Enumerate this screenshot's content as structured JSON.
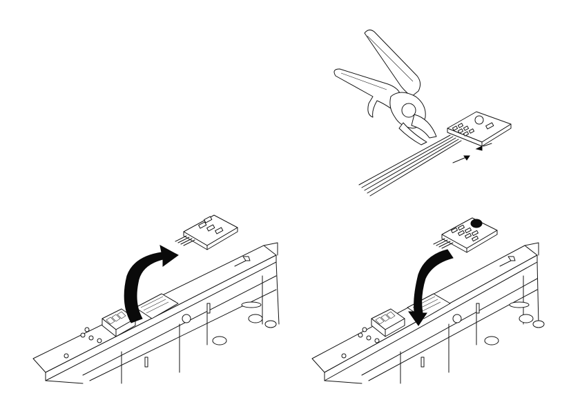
{
  "illustration": {
    "panels": [
      {
        "id": "panel-top-right",
        "icon": "side-cutter-trimming-decoder-wires-icon"
      },
      {
        "id": "panel-bottom-left",
        "icon": "remove-decoder-from-locomotive-icon"
      },
      {
        "id": "panel-bottom-right",
        "icon": "insert-decoder-into-locomotive-icon"
      }
    ],
    "colors": {
      "ink": "#111111",
      "background": "#ffffff"
    }
  }
}
